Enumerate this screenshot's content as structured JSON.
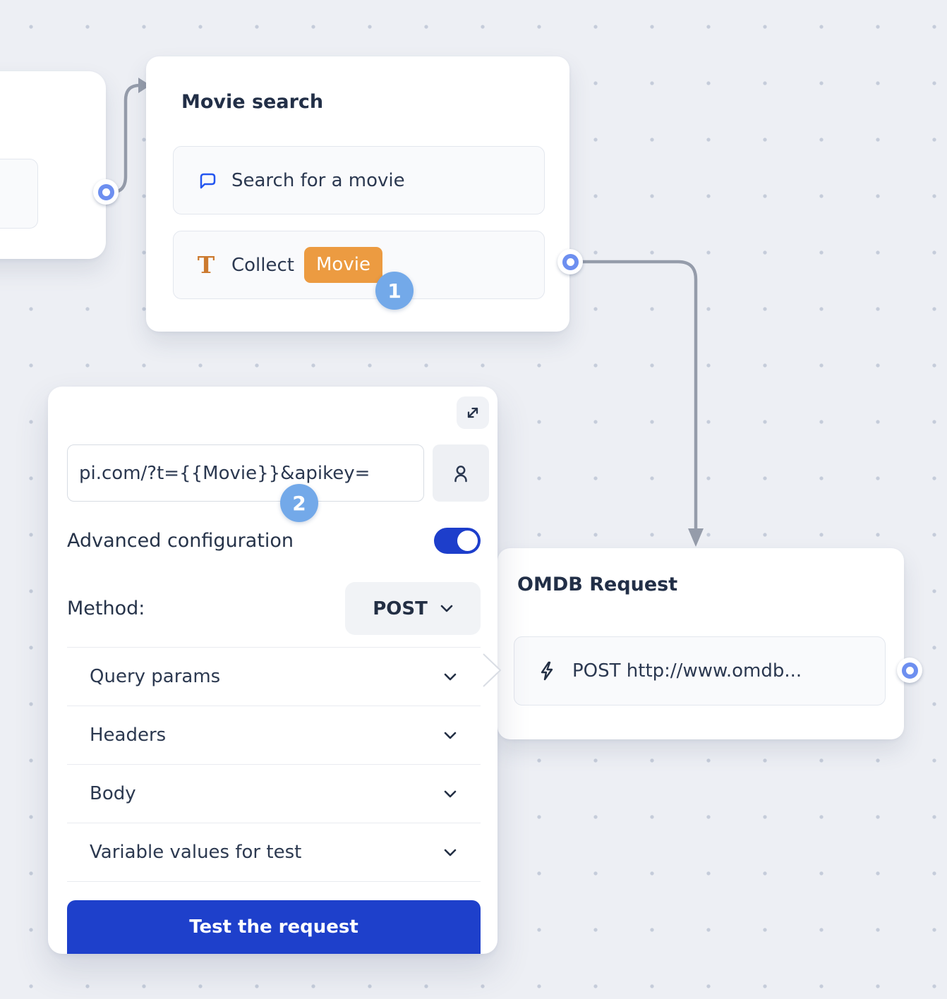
{
  "colors": {
    "canvas_bg": "#edeff4",
    "grid_dot": "#c5ccda",
    "accent_blue": "#1e40cb",
    "badge_blue": "#73a9e9",
    "port_ring_blue": "#6d8ff0",
    "chip_orange": "#ec9b41",
    "icon_orange": "#cc7a2f",
    "chat_icon_blue": "#2456f0",
    "connector_gray": "#959caa",
    "text_dark": "#232f47"
  },
  "nodes": {
    "movie_search": {
      "title": "Movie search",
      "rows": [
        {
          "icon": "chat-bubble-icon",
          "label": "Search for a movie"
        },
        {
          "icon": "text-input-icon",
          "label": "Collect",
          "variable_chip": "Movie"
        }
      ]
    },
    "omdb_request": {
      "title": "OMDB Request",
      "row": {
        "icon": "lightning-icon",
        "label": "POST http://www.omdb..."
      }
    }
  },
  "panel": {
    "expand_icon": "expand-icon",
    "url_input": {
      "value": "pi.com/?t={{Movie}}&apikey=",
      "button_icon": "person-icon"
    },
    "advanced_configuration_label": "Advanced configuration",
    "advanced_configuration_enabled": true,
    "method_label": "Method:",
    "method_value": "POST",
    "sections": [
      {
        "label": "Query params"
      },
      {
        "label": "Headers"
      },
      {
        "label": "Body"
      },
      {
        "label": "Variable values for test"
      }
    ],
    "test_button_label": "Test the request"
  },
  "badges": {
    "step1": "1",
    "step2": "2"
  }
}
